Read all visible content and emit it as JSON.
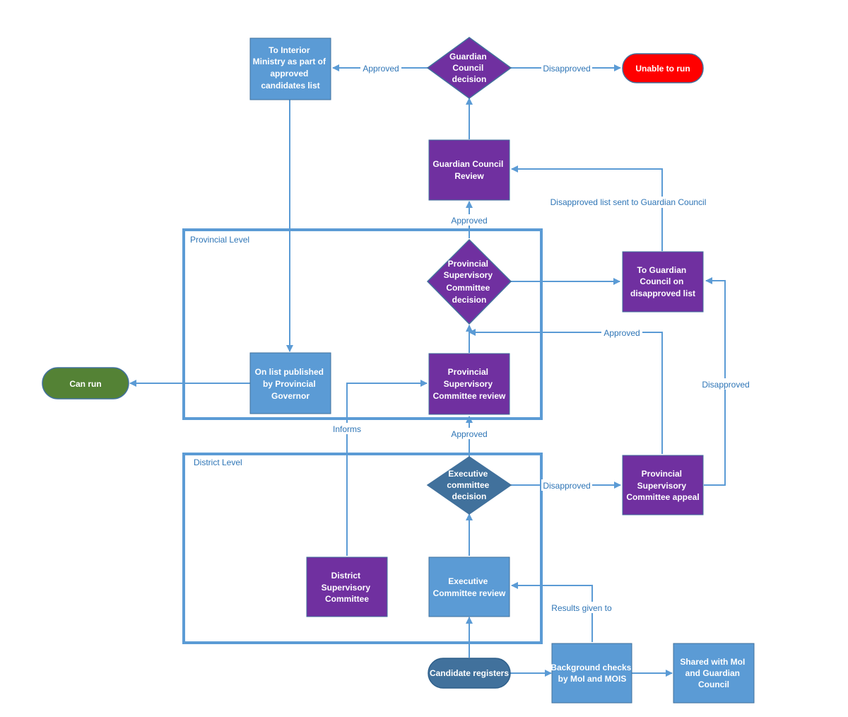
{
  "groups": {
    "provincial": "Provincial Level",
    "district": "District Level"
  },
  "nodes": {
    "interior": [
      "To Interior",
      "Ministry as part of",
      "approved",
      "candidates list"
    ],
    "gc_decision": [
      "Guardian",
      "Council",
      "decision"
    ],
    "unable": [
      "Unable to run"
    ],
    "gc_review": [
      "Guardian Council",
      "Review"
    ],
    "psc_decision": [
      "Provincial",
      "Supervisory",
      "Committee",
      "decision"
    ],
    "to_gc": [
      "To Guardian",
      "Council on",
      "disapproved list"
    ],
    "can_run": [
      "Can run"
    ],
    "published": [
      "On list published",
      "by Provincial",
      "Governor"
    ],
    "psc_review": [
      "Provincial",
      "Supervisory",
      "Committee review"
    ],
    "exec_decision": [
      "Executive",
      "committee",
      "decision"
    ],
    "psc_appeal": [
      "Provincial",
      "Supervisory",
      "Committee appeal"
    ],
    "dsc": [
      "District",
      "Supervisory",
      "Committee"
    ],
    "exec_review": [
      "Executive",
      "Committee review"
    ],
    "candidate": [
      "Candidate registers"
    ],
    "background": [
      "Background checks",
      "by MoI and MOIS"
    ],
    "shared": [
      "Shared with MoI",
      "and Guardian",
      "Council"
    ]
  },
  "edges": {
    "approved_left": "Approved",
    "disapproved_right": "Disapproved",
    "disapproved_list": "Disapproved list sent to Guardian Council",
    "approved_gc": "Approved",
    "approved_appeal": "Approved",
    "disapproved_appeal": "Disapproved",
    "informs": "Informs",
    "approved_exec": "Approved",
    "disapproved_exec": "Disapproved",
    "results_given": "Results given to"
  },
  "colors": {
    "blue_box": "#5b9bd5",
    "purple": "#7030a0",
    "steel_blue": "#41719c",
    "red": "#ff0000",
    "green": "#548235",
    "edge": "#5b9bd5",
    "edge_label": "#2e75b6"
  }
}
